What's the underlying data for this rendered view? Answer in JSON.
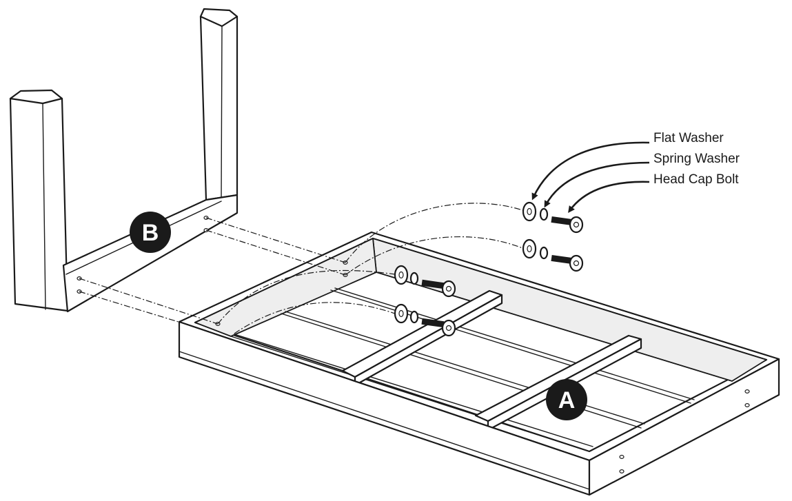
{
  "labels": {
    "flat_washer": "Flat Washer",
    "spring_washer": "Spring Washer",
    "head_cap_bolt": "Head Cap Bolt"
  },
  "parts": {
    "frame": "A",
    "leg": "B"
  }
}
